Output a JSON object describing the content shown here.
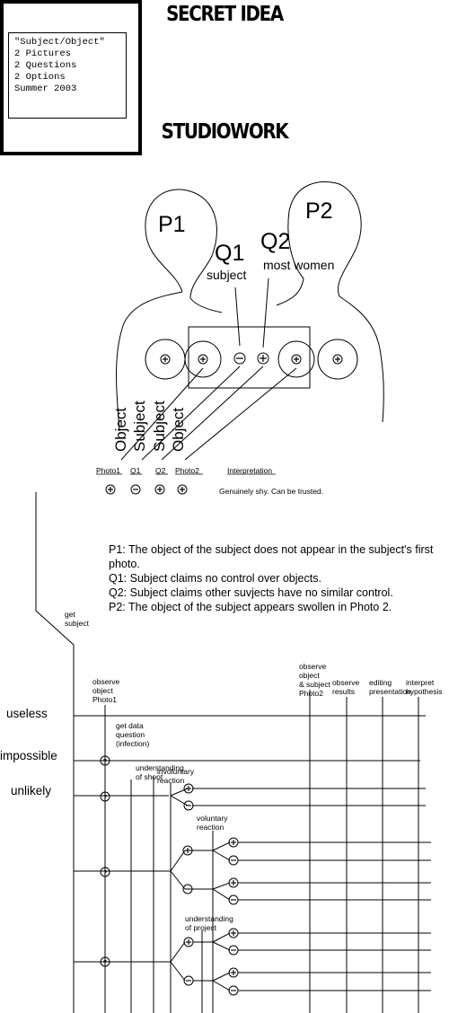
{
  "logo": {
    "top": "SECRET IDEA",
    "bottom": "STUDIOWORK",
    "lines": [
      "\"Subject/Object\"",
      "2 Pictures",
      "2 Questions",
      "2 Options",
      "Summer 2003"
    ]
  },
  "figure": {
    "p1": "P1",
    "p2": "P2",
    "q1": "Q1",
    "q1_sub": "subject",
    "q2": "Q2",
    "q2_sub": "most women",
    "rotated": [
      "Object",
      "Subject",
      "Subject",
      "Object"
    ]
  },
  "legend": {
    "headers": [
      "Photo1",
      "Q1",
      "Q2",
      "Photo2",
      "Interpretation"
    ],
    "interpretation": "Genuinely shy.  Can be trusted."
  },
  "notes": [
    "P1: The object of the subject does not appear in the subject's first photo.",
    "Q1: Subject claims no control over objects.",
    "Q2: Subject claims other suvjects have no similar control.",
    "P2: The object of the subject appears swollen in Photo 2."
  ],
  "flow": {
    "get_subject": [
      "get",
      "subject"
    ],
    "observe_photo1": [
      "observe",
      "object",
      "Photo1"
    ],
    "get_data": [
      "get data",
      "question",
      "(infection)"
    ],
    "understanding_shoot": [
      "understanding",
      "of shoot"
    ],
    "involuntary": [
      "involuntary",
      "reaction"
    ],
    "voluntary": [
      "voluntary",
      "reaction"
    ],
    "understanding_project": [
      "understanding",
      "of project"
    ],
    "observe_photo2": [
      "observe",
      "object",
      "& subject",
      "Photo2"
    ],
    "observe_results": [
      "observe",
      "results"
    ],
    "editing": [
      "editing",
      "presentation"
    ],
    "interpret": [
      "interpret",
      "hypothesis"
    ],
    "rows": [
      "useless",
      "impossible",
      "unlikely"
    ]
  }
}
